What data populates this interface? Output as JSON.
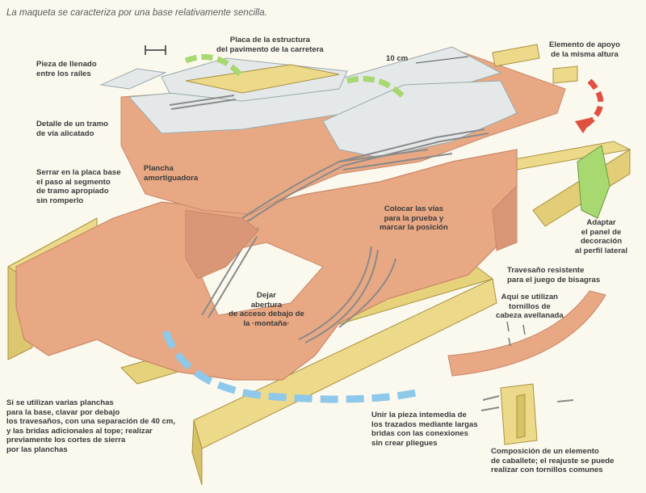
{
  "caption": "La maqueta se caracteriza por una base relativamente sencilla.",
  "labels": {
    "placa_estructura": "Placa de la estructura\ndel pavimento de la carretera",
    "elemento_apoyo": "Elemento de apoyo\nde la misma altura",
    "pieza_llenado": "Pieza de llenado\nentre los raíles",
    "diez_cm": "10 cm",
    "detalle_tramo": "Detalle de un tramo\nde vía alicatado",
    "serrar_placa": "Serrar en la placa base\nel paso al segmento\nde tramo apropiado\nsin romperlo",
    "plancha_amortiguadora": "Plancha\namortiguadora",
    "colocar_vias": "Colocar las vías\npara la prueba y\nmarcar la posición",
    "adaptar_panel": "Adaptar\nel panel de\ndecoración\nal perfil lateral",
    "travesano": "Travesaño resistente\npara el juego de bisagras",
    "dejar_abertura": "Dejar\nabertura\nde acceso debajo de\nla ·montaña·",
    "tornillos_avellanada": "Aquí se utilizan\ntornillos de\ncabeza avellanada",
    "varias_planchas": "Si se utilizan varias planchas\npara la base, clavar por debajo\nlos travesaños, con una separación de 40 cm,\ny las bridas adicionales al tope; realizar\npreviamente los cortes de sierra\npor las planchas",
    "unir_pieza": "Unir la pieza intemedia de\nlos trazados mediante largas\nbridas con las conexiones\nsin crear pliegues",
    "composicion_caballete": "Composición de un elemento\nde caballete; el reajuste se puede\nrealizar con tornillos comunes"
  },
  "colors": {
    "board": "#e8a884",
    "board_edge": "#c98768",
    "wood": "#ecd98a",
    "wood_dark": "#c9b25a",
    "plaster": "#e4e8e8",
    "track": "#8a8a8a",
    "green_arrow": "#a8d870",
    "blue_arrow": "#8ec8ea",
    "red_arrow": "#e05040"
  }
}
